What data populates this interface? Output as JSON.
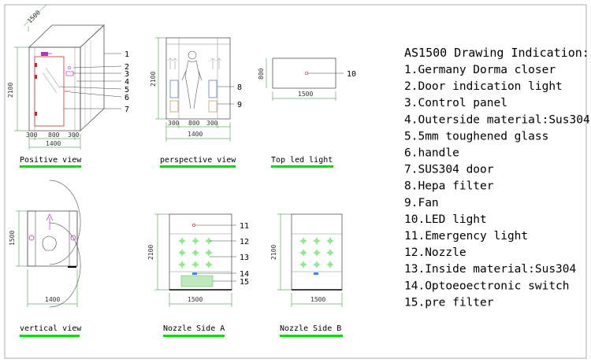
{
  "views": {
    "positive": "Positive view",
    "perspective": "perspective view",
    "top_led": "Top led light",
    "vertical": "vertical view",
    "nozzle_a": "Nozzle Side A",
    "nozzle_b": "Nozzle Side B"
  },
  "dimensions": {
    "d1500": "1500",
    "d2100": "2100",
    "d1400": "1400",
    "d300": "300",
    "d800": "800"
  },
  "callouts": [
    "1",
    "2",
    "3",
    "4",
    "5",
    "6",
    "7",
    "8",
    "9",
    "10",
    "11",
    "12",
    "13",
    "14",
    "15"
  ],
  "legend": {
    "title": "AS1500 Drawing Indication:",
    "items": [
      "1.Germany Dorma closer",
      "2.Door indication light",
      "3.Control panel",
      "4.Outerside material:Sus304",
      "5.5mm toughened glass",
      "6.handle",
      "7.SUS304 door",
      "8.Hepa filter",
      "9.Fan",
      "10.LED light",
      "11.Emergency light",
      "12.Nozzle",
      "13.Inside material:Sus304",
      "14.Optoeoectronic switch",
      "15.pre filter"
    ]
  },
  "colors": {
    "underline": "#00dd00",
    "nozzle": "#33dd33",
    "dimension": "#2a8a2a",
    "led": "#dd3333",
    "door_mark": "#cc2222",
    "panel": "#bb33bb",
    "prefilter": "#66cc66",
    "sensor": "#3388ff"
  }
}
